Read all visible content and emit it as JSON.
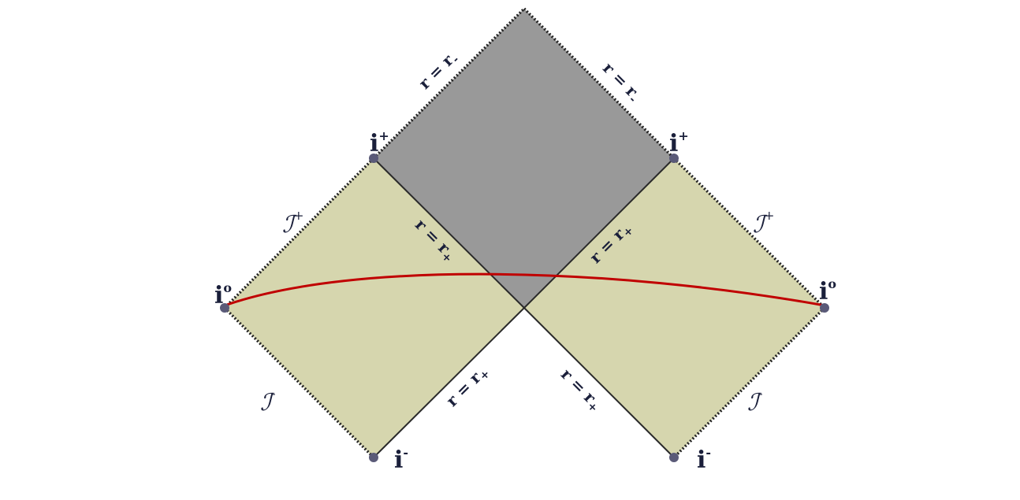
{
  "colors": {
    "exterior_region": "#d6d6ae",
    "interior_region": "#999999",
    "curve": "#c00000",
    "points": "#5a5a78",
    "labels": "#1a1f3a"
  },
  "labels": {
    "r_minus": {
      "r": "r",
      "eq": " = ",
      "r2": "r",
      "sub": "-"
    },
    "r_plus": {
      "r": "r",
      "eq": " = ",
      "r2": "r",
      "sub": "+"
    },
    "i_plus": {
      "base": "i",
      "sup": "+"
    },
    "i_minus": {
      "base": "i",
      "sup": "-"
    },
    "i_zero": {
      "base": "i",
      "sup": "o"
    },
    "scri_plus": {
      "base": "ℐ",
      "sup": "+"
    },
    "scri_minus": {
      "base": "ℐ",
      "sup": "-"
    }
  }
}
